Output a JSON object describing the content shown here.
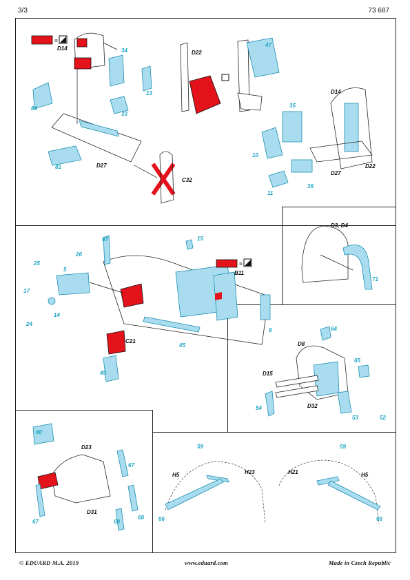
{
  "header": {
    "page": "3/3",
    "kit_number": "73 687"
  },
  "footer": {
    "copyright": "© EDUARD  M.A. 2019",
    "website": "www.eduard.com",
    "origin": "Made in Czech Republic"
  },
  "colors": {
    "etched_part": "#a9dcef",
    "painted_red": "#e4131b",
    "part_number": "#1ea6c4",
    "frame": "#222222"
  },
  "icons": [
    "etch-marker-icon",
    "bend-icon",
    "remove-x-icon",
    "color-swatch-icon"
  ],
  "panels": {
    "top": {
      "parts": [
        "84",
        "81",
        "34",
        "13",
        "33",
        "47",
        "35",
        "10",
        "11",
        "36"
      ],
      "labels": [
        "D14",
        "D27",
        "D22",
        "C32",
        "D14",
        "D27",
        "D22"
      ]
    },
    "middle": {
      "parts": [
        "87",
        "15",
        "26",
        "25",
        "5",
        "17",
        "24",
        "14",
        "8",
        "45",
        "49"
      ],
      "labels": [
        "B11",
        "C21"
      ]
    },
    "middle_right_top": {
      "labels": [
        "D3, D4"
      ],
      "parts": [
        "71"
      ]
    },
    "middle_right_bottom": {
      "labels": [
        "D8",
        "D15",
        "D32"
      ],
      "parts": [
        "64",
        "65",
        "54",
        "53",
        "52"
      ]
    },
    "bottom_left": {
      "labels": [
        "D23",
        "D31"
      ],
      "parts": [
        "80",
        "67",
        "67",
        "69",
        "68"
      ]
    },
    "bottom_right": {
      "labels": [
        "H5",
        "H23",
        "H21",
        "H5"
      ],
      "parts": [
        "59",
        "66",
        "59",
        "66"
      ]
    }
  }
}
